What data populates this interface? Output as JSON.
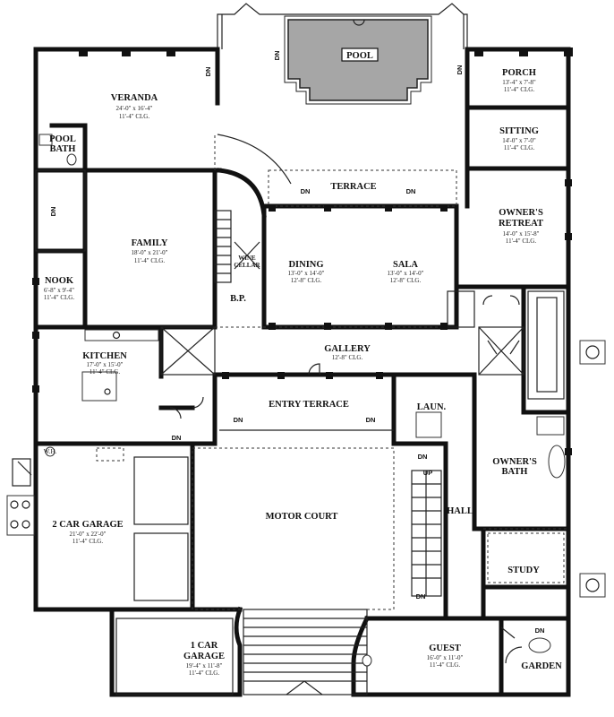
{
  "rooms": {
    "pool": {
      "name": "POOL"
    },
    "veranda": {
      "name": "VERANDA",
      "size": "24'-0\" x 16'-4\"",
      "clg": "11'-4\" CLG."
    },
    "pool_bath": {
      "name_1": "POOL",
      "name_2": "BATH"
    },
    "porch": {
      "name": "PORCH",
      "size": "13'-4\" x 7'-8\"",
      "clg": "11'-4\" CLG."
    },
    "sitting": {
      "name": "SITTING",
      "size": "14'-0\" x 7'-0\"",
      "clg": "11'-4\" CLG."
    },
    "terrace": {
      "name": "TERRACE"
    },
    "owners_retreat": {
      "name_1": "OWNER'S",
      "name_2": "RETREAT",
      "size": "14'-0\" x 15'-8\"",
      "clg": "11'-4\" CLG."
    },
    "family": {
      "name": "FAMILY",
      "size": "18'-0\" x 21'-0\"",
      "clg": "11'-4\" CLG."
    },
    "wine_cellar": {
      "name_1": "WINE",
      "name_2": "CELLAR"
    },
    "dining": {
      "name": "DINING",
      "size": "13'-0\" x 14'-0\"",
      "clg": "12'-8\" CLG."
    },
    "sala": {
      "name": "SALA",
      "size": "13'-0\" x 14'-0\"",
      "clg": "12'-8\" CLG."
    },
    "nook": {
      "name": "NOOK",
      "size": "6'-8\" x 9'-4\"",
      "clg": "11'-4\" CLG."
    },
    "bp": {
      "name": "B.P."
    },
    "kitchen": {
      "name": "KITCHEN",
      "size": "17'-0\" x 15'-0\"",
      "clg": "11'-4\" CLG."
    },
    "gallery": {
      "name": "GALLERY",
      "clg": "12'-8\" CLG."
    },
    "entry_terrace": {
      "name": "ENTRY TERRACE"
    },
    "laundry": {
      "name": "LAUN."
    },
    "owners_bath": {
      "name_1": "OWNER'S",
      "name_2": "BATH"
    },
    "garage2": {
      "name": "2 CAR GARAGE",
      "size": "21'-0\" x 22'-0\"",
      "clg": "11'-4\" CLG."
    },
    "motor_court": {
      "name": "MOTOR COURT"
    },
    "hall": {
      "name": "HALL"
    },
    "study": {
      "name": "STUDY"
    },
    "garage1": {
      "name_1": "1 CAR",
      "name_2": "GARAGE",
      "size": "19'-4\" x 11'-8\"",
      "clg": "11'-4\" CLG."
    },
    "guest": {
      "name": "GUEST",
      "size": "16'-0\" x 11'-0\"",
      "clg": "11'-4\" CLG."
    },
    "garden": {
      "name": "GARDEN"
    }
  },
  "labels": {
    "dn": "DN",
    "up": "UP",
    "wh": "W.H."
  },
  "colors": {
    "wall": "#111111",
    "pool_fill": "#a6a6a6",
    "background": "#ffffff"
  }
}
